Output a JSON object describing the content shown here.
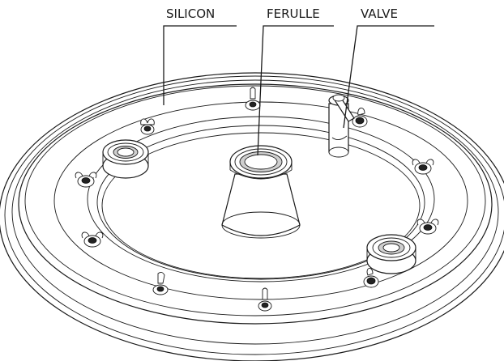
{
  "labels": {
    "silicon": "SILICON",
    "ferulle": "FERULLE",
    "valve": "VALVE"
  },
  "colors": {
    "line": "#1a1a1a",
    "background": "#ffffff"
  }
}
